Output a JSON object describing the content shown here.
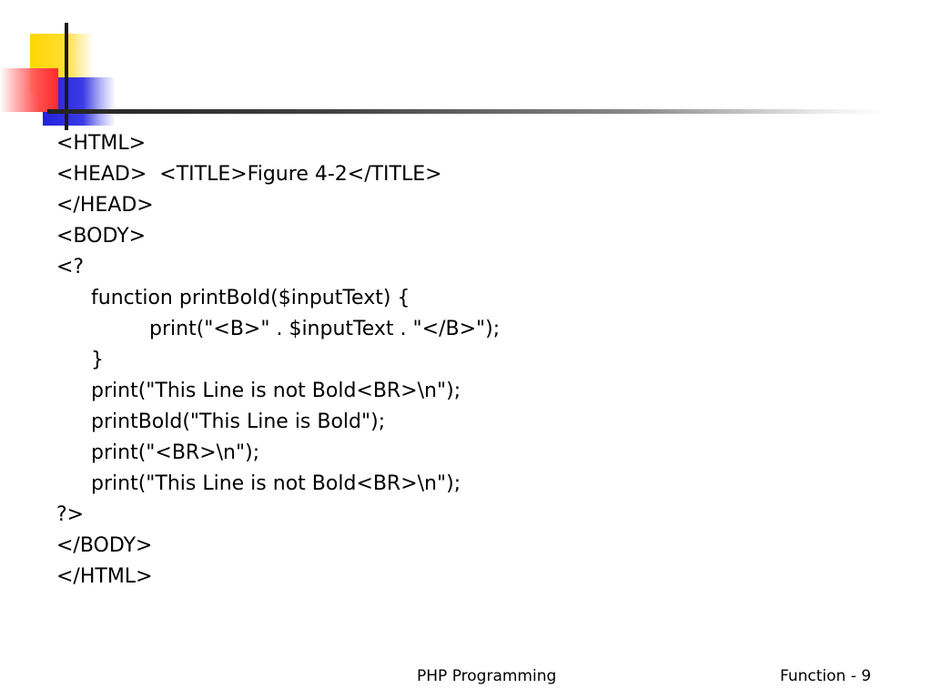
{
  "code_lines": [
    "<HTML>",
    "<HEAD>  <TITLE>Figure 4-2</TITLE>",
    "</HEAD>",
    "<BODY>",
    "<?",
    "function printBold($inputText) {",
    "print(\"<B>\" . $inputText . \"</B>\");",
    "}",
    "print(\"This Line is not Bold<BR>\\n\");",
    "printBold(\"This Line is Bold\");",
    "print(\"<BR>\\n\");",
    "print(\"This Line is not Bold<BR>\\n\");",
    "?>",
    "</BODY>",
    "</HTML>"
  ],
  "footer": {
    "center": "PHP Programming",
    "right": "Function - 9"
  }
}
